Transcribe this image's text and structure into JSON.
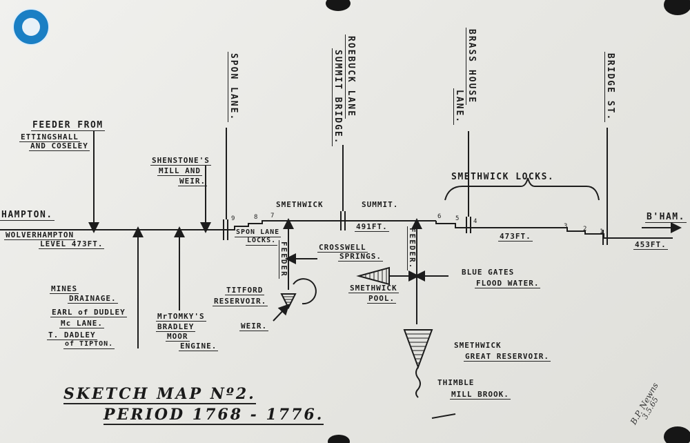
{
  "title": {
    "line1": "SKETCH MAP Nº2.",
    "line2": "PERIOD 1768 - 1776."
  },
  "places": {
    "spon_lane": "SPON LANE.",
    "roebuck_lane": "ROEBUCK LANE",
    "summit_bridge": "SUMMIT BRIDGE.",
    "brass_house_lane": "BRASS HOUSE",
    "brass_house_lane2": "LANE.",
    "bridge_st": "BRIDGE ST."
  },
  "labels": {
    "feeder_from": "FEEDER FROM",
    "ettingshall": "ETTINGSHALL",
    "coseley": "AND COSELEY",
    "shenstones": "SHENSTONE'S",
    "mill_and": "MILL AND",
    "weir_top": "WEIR.",
    "hampton": "HAMPTON.",
    "wolverhampton": "WOLVERHAMPTON",
    "level": "LEVEL 473FT.",
    "smethwick": "SMETHWICK",
    "summit": "SUMMIT.",
    "smethwick_locks": "SMETHWICK LOCKS.",
    "bham": "B'HAM.",
    "spon_lane_locks": "SPON LANE",
    "locks": "LOCKS.",
    "ft491": "491FT.",
    "ft473": "473FT.",
    "ft453": "453FT.",
    "feeder1": "FEEDER",
    "feeder2": "FEEDER.",
    "crosswell": "CROSSWELL",
    "springs": "SPRINGS.",
    "titford": "TITFORD",
    "reservoir": "RESERVOIR.",
    "weir": "WEIR.",
    "mines": "MINES",
    "drainage": "DRAINAGE.",
    "earl": "EARL of DUDLEY",
    "mclane": "Mc LANE.",
    "tdadley": "T. DADLEY",
    "tipton": "of TIPTON.",
    "mrtomkys": "MrTOMKY'S",
    "bradley": "BRADLEY",
    "moor": "MOOR",
    "engine": "ENGINE.",
    "blue_gates": "BLUE GATES",
    "flood_water": "FLOOD WATER.",
    "smethwick_pool1": "SMETHWICK",
    "smethwick_pool2": "POOL.",
    "great1": "SMETHWICK",
    "great2": "GREAT RESERVOIR.",
    "thimble1": "THIMBLE",
    "thimble2": "MILL BROOK."
  },
  "lock_numbers": {
    "n9": "9",
    "n8": "8",
    "n7": "7",
    "n6": "6",
    "n5": "5",
    "n4": "4",
    "n3": "3",
    "n2": "2",
    "n1": "1"
  },
  "signature": {
    "name": "B.P. Newns",
    "date": "3.5.65"
  }
}
